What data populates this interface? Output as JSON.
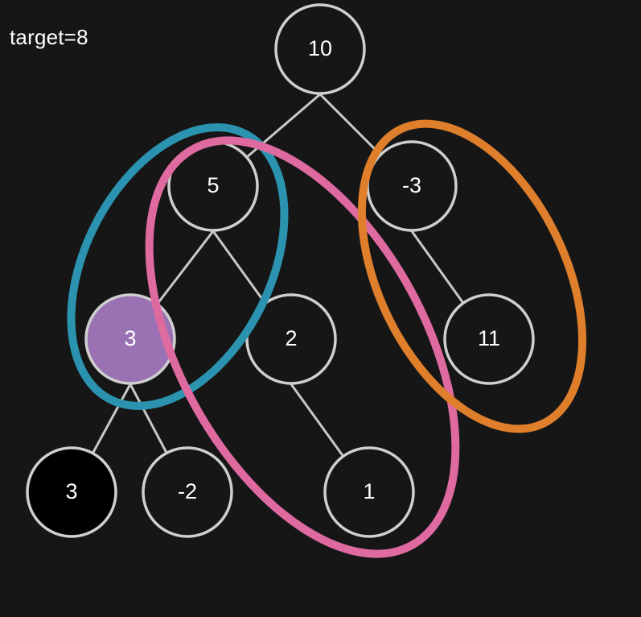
{
  "label": "target=8",
  "colors": {
    "background": "#161616",
    "edge": "#c8c8c8",
    "node_stroke": "#cfcfcf",
    "node_fill_default": "#161616",
    "node_text": "#ffffff",
    "highlight_node_fill": "#9a72b4",
    "black_node_fill": "#000000",
    "path_blue": "#2b93b0",
    "path_pink": "#df6aa0",
    "path_orange": "#df7f2c"
  },
  "nodes": [
    {
      "id": "n10",
      "label": "10",
      "fill": "default"
    },
    {
      "id": "n5",
      "label": "5",
      "fill": "default"
    },
    {
      "id": "nm3",
      "label": "-3",
      "fill": "default"
    },
    {
      "id": "n3a",
      "label": "3",
      "fill": "highlight"
    },
    {
      "id": "n2",
      "label": "2",
      "fill": "default"
    },
    {
      "id": "n11",
      "label": "11",
      "fill": "default"
    },
    {
      "id": "n3b",
      "label": "3",
      "fill": "black"
    },
    {
      "id": "nm2",
      "label": "-2",
      "fill": "default"
    },
    {
      "id": "n1",
      "label": "1",
      "fill": "default"
    }
  ],
  "edges": [
    {
      "from": "n10",
      "to": "n5"
    },
    {
      "from": "n10",
      "to": "nm3"
    },
    {
      "from": "n5",
      "to": "n3a"
    },
    {
      "from": "n5",
      "to": "n2"
    },
    {
      "from": "nm3",
      "to": "n11"
    },
    {
      "from": "n3a",
      "to": "n3b"
    },
    {
      "from": "n3a",
      "to": "nm2"
    },
    {
      "from": "n2",
      "to": "n1"
    }
  ],
  "paths": [
    {
      "id": "path-5-3",
      "nodes": [
        "n5",
        "n3a"
      ],
      "color": "path_blue"
    },
    {
      "id": "path-5-2-1",
      "nodes": [
        "n5",
        "n2",
        "n1"
      ],
      "color": "path_pink"
    },
    {
      "id": "path-minus3-11",
      "nodes": [
        "nm3",
        "n11"
      ],
      "color": "path_orange"
    }
  ]
}
